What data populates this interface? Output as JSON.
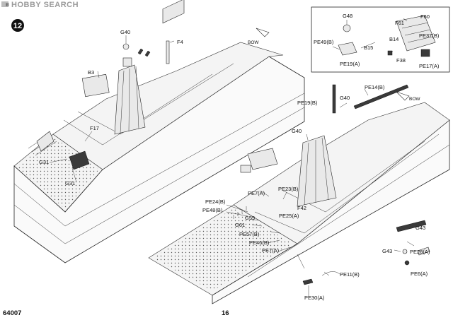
{
  "watermark": {
    "brand": "HOBBY SEARCH",
    "reg": "®"
  },
  "step": {
    "number": "12"
  },
  "bow_labels": {
    "upper": "BOW",
    "right": "BOW"
  },
  "footer": {
    "code": "64007",
    "page": "16"
  },
  "labels": {
    "G40_top": "G40",
    "F4": "F4",
    "B3": "B3",
    "F17": "F17",
    "G31_a": "G31",
    "G31_b": "G31",
    "G48": "G48",
    "F61": "F61",
    "F60": "F60",
    "PE49B": "PE49(B)",
    "B14": "B14",
    "B15": "B15",
    "PE37B": "PE37(B)",
    "PE19A": "PE19(A)",
    "F38": "F38",
    "PE17A": "PE17(A)",
    "PE14B": "PE14(B)",
    "PE19B": "PE19(B)",
    "G40_mid": "G40",
    "G40_low": "G40",
    "PE7A_a": "PE7(A)",
    "PE23B": "PE23(B)",
    "PE24B": "PE24(B)",
    "PE48B": "PE48(B)",
    "F42": "F42",
    "G59": "G59",
    "PE25A": "PE25(A)",
    "G61": "G61",
    "PE57B": "PE57(B)",
    "PE46B": "PE46(B)",
    "PE7A_b": "PE7(A)",
    "G43_a": "G43",
    "G43_b": "G43",
    "PE28A": "PE28(A)",
    "PE6A": "PE6(A)",
    "PE11B": "PE11(B)",
    "PE30A": "PE30(A)"
  }
}
